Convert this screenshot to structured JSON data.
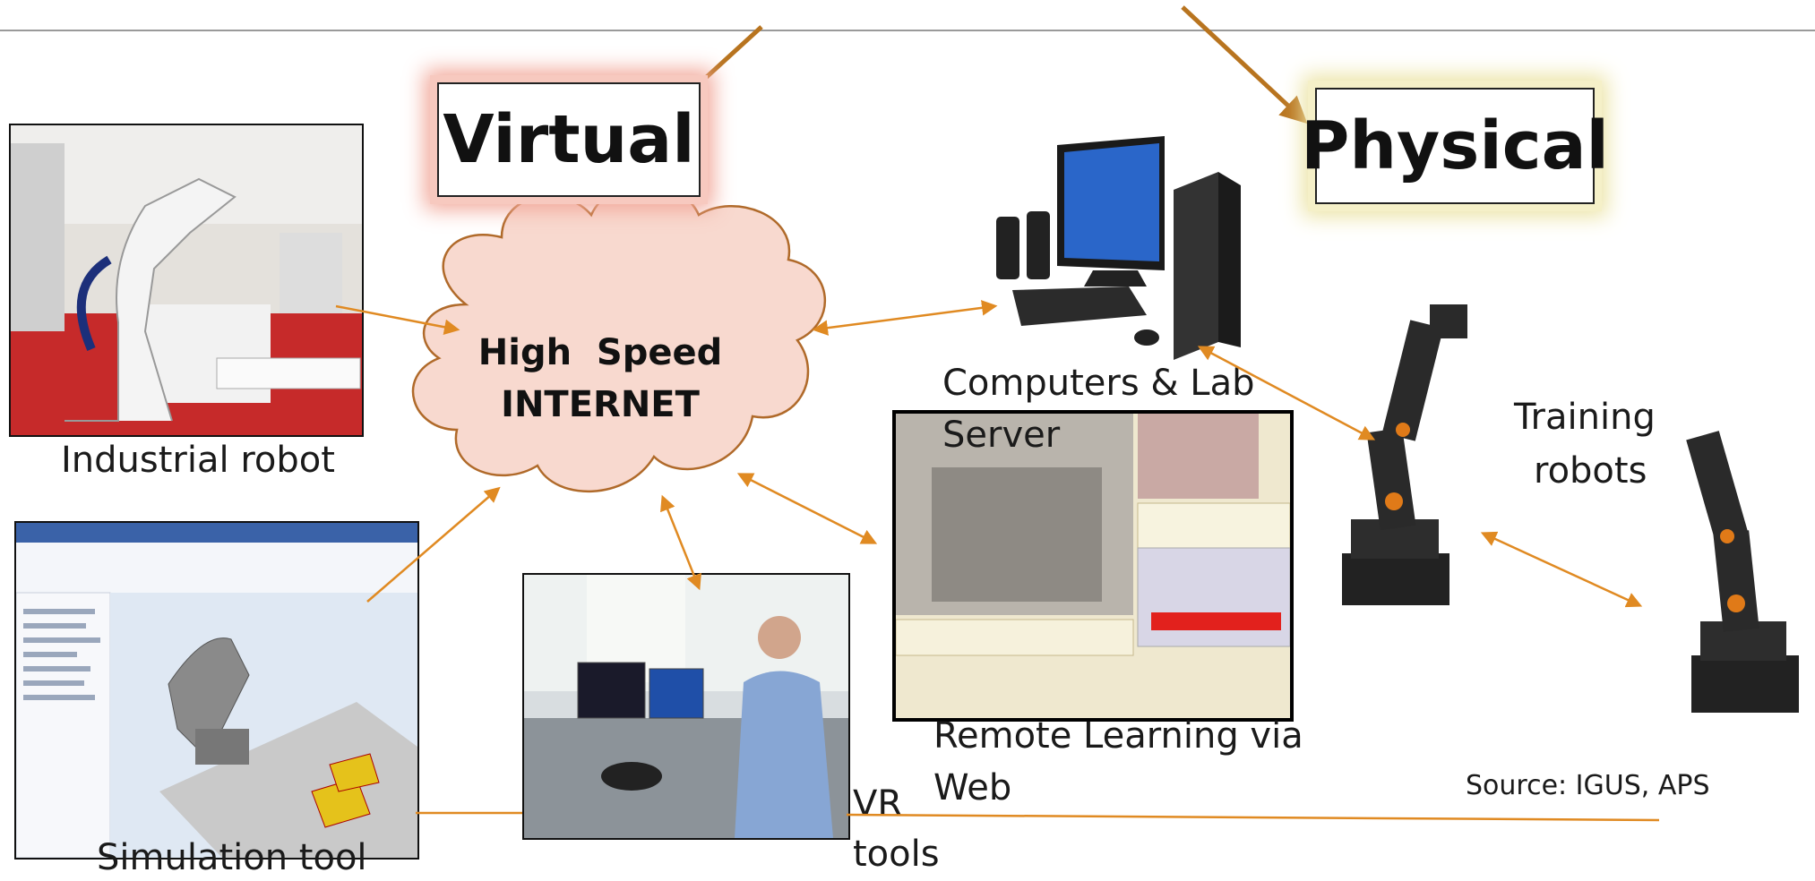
{
  "labels": {
    "virtual": "Virtual",
    "physical": "Physical"
  },
  "cloud": {
    "line1": "High  Speed",
    "line2": "INTERNET"
  },
  "captions": {
    "industrial_robot": "Industrial robot",
    "simulation_tool": "Simulation tool",
    "vr_tools_line1": "VR",
    "vr_tools_line2": "tools",
    "computers_line1": "Computers & Lab",
    "computers_line2": "Server",
    "remote_learning_line1": "Remote Learning via",
    "remote_learning_line2": "Web",
    "training_robots_line1": "Training",
    "training_robots_line2": "robots",
    "source": "Source: IGUS, APS"
  },
  "colors": {
    "arrow": "#e08a22",
    "cloud_fill": "#f8d9cf",
    "cloud_stroke": "#b06a2a",
    "top_arrow": "#b8741f"
  }
}
